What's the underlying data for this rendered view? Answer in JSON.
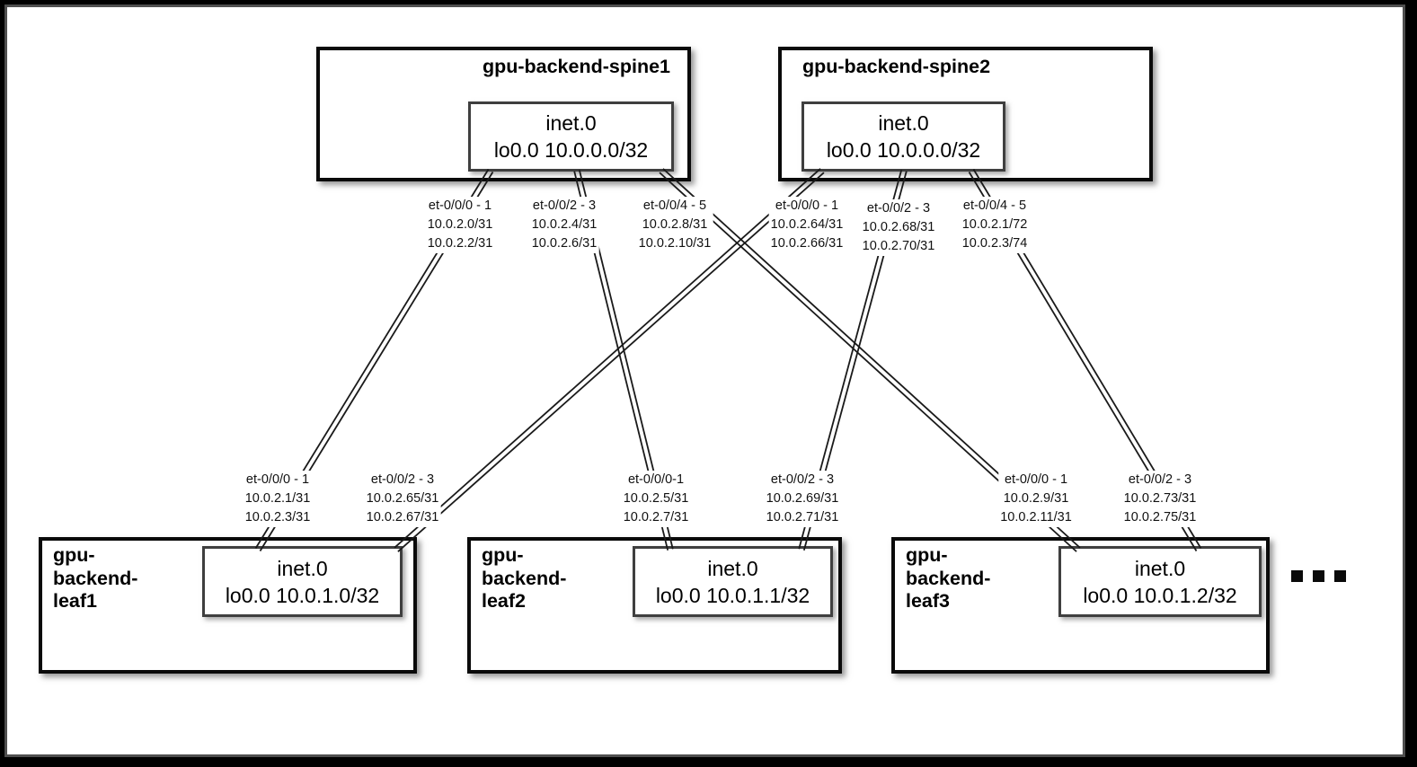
{
  "colors": {
    "frame": "#000000",
    "outer_border": "#0a0a0a",
    "inner_border": "#3f3f3f",
    "link_line": "#1a1a1a",
    "text": "#000000"
  },
  "spines": [
    {
      "title": "gpu-backend-spine1",
      "table_name": "inet.0",
      "loopback": "lo0.0 10.0.0.0/32",
      "ports": [
        {
          "name": "et-0/0/0 - 1",
          "ip1": "10.0.2.0/31",
          "ip2": "10.0.2.2/31"
        },
        {
          "name": "et-0/0/2 - 3",
          "ip1": "10.0.2.4/31",
          "ip2": "10.0.2.6/31"
        },
        {
          "name": "et-0/0/4 - 5",
          "ip1": "10.0.2.8/31",
          "ip2": "10.0.2.10/31"
        }
      ]
    },
    {
      "title": "gpu-backend-spine2",
      "table_name": "inet.0",
      "loopback": "lo0.0 10.0.0.0/32",
      "ports": [
        {
          "name": "et-0/0/0 - 1",
          "ip1": "10.0.2.64/31",
          "ip2": "10.0.2.66/31"
        },
        {
          "name": "et-0/0/2 - 3",
          "ip1": "10.0.2.68/31",
          "ip2": "10.0.2.70/31"
        },
        {
          "name": "et-0/0/4 - 5",
          "ip1": "10.0.2.1/72",
          "ip2": "10.0.2.3/74"
        }
      ]
    }
  ],
  "leaves": [
    {
      "title": "gpu-backend-leaf1",
      "table_name": "inet.0",
      "loopback": "lo0.0 10.0.1.0/32",
      "ports": [
        {
          "name": "et-0/0/0 - 1",
          "ip1": "10.0.2.1/31",
          "ip2": "10.0.2.3/31"
        },
        {
          "name": "et-0/0/2 - 3",
          "ip1": "10.0.2.65/31",
          "ip2": "10.0.2.67/31"
        }
      ]
    },
    {
      "title": "gpu-backend-leaf2",
      "table_name": "inet.0",
      "loopback": "lo0.0 10.0.1.1/32",
      "ports": [
        {
          "name": "et-0/0/0-1",
          "ip1": "10.0.2.5/31",
          "ip2": "10.0.2.7/31"
        },
        {
          "name": "et-0/0/2 - 3",
          "ip1": "10.0.2.69/31",
          "ip2": "10.0.2.71/31"
        }
      ]
    },
    {
      "title": "gpu-backend-leaf3",
      "table_name": "inet.0",
      "loopback": "lo0.0 10.0.1.2/32",
      "ports": [
        {
          "name": "et-0/0/0 - 1",
          "ip1": "10.0.2.9/31",
          "ip2": "10.0.2.11/31"
        },
        {
          "name": "et-0/0/2 - 3",
          "ip1": "10.0.2.73/31",
          "ip2": "10.0.2.75/31"
        }
      ]
    }
  ],
  "links": [
    {
      "from_node": "gpu-backend-spine1",
      "from_port": "et-0/0/0 - 1",
      "to_node": "gpu-backend-leaf1",
      "to_port": "et-0/0/0 - 1"
    },
    {
      "from_node": "gpu-backend-spine1",
      "from_port": "et-0/0/2 - 3",
      "to_node": "gpu-backend-leaf2",
      "to_port": "et-0/0/0-1"
    },
    {
      "from_node": "gpu-backend-spine1",
      "from_port": "et-0/0/4 - 5",
      "to_node": "gpu-backend-leaf3",
      "to_port": "et-0/0/0 - 1"
    },
    {
      "from_node": "gpu-backend-spine2",
      "from_port": "et-0/0/0 - 1",
      "to_node": "gpu-backend-leaf1",
      "to_port": "et-0/0/2 - 3"
    },
    {
      "from_node": "gpu-backend-spine2",
      "from_port": "et-0/0/2 - 3",
      "to_node": "gpu-backend-leaf2",
      "to_port": "et-0/0/2 - 3"
    },
    {
      "from_node": "gpu-backend-spine2",
      "from_port": "et-0/0/4 - 5",
      "to_node": "gpu-backend-leaf3",
      "to_port": "et-0/0/2 - 3"
    }
  ]
}
